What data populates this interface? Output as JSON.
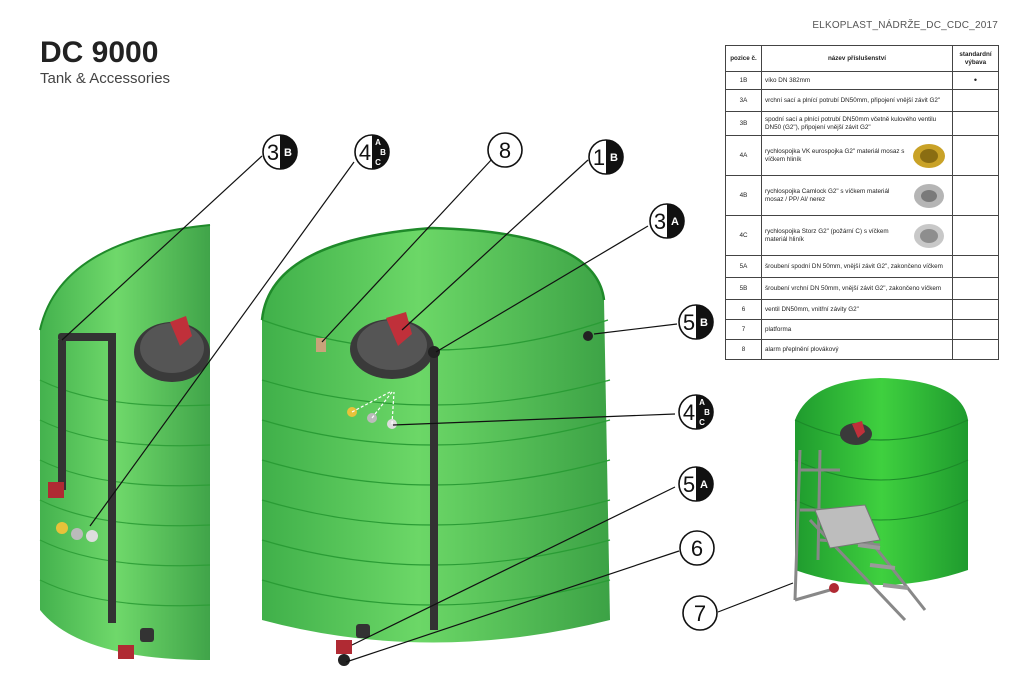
{
  "doc_code": "ELKOPLAST_NÁDRŽE_DC_CDC_2017",
  "title": "DC 9000",
  "subtitle": "Tank & Accessories",
  "table": {
    "headers": [
      "pozice č.",
      "název příslušenství",
      "standardní výbava"
    ],
    "rows": [
      {
        "code": "1B",
        "name": "víko DN 382mm",
        "std": "•"
      },
      {
        "code": "3A",
        "name": "vrchní sací a plnící potrubí DN50mm, připojení vnější závit G2\"",
        "std": ""
      },
      {
        "code": "3B",
        "name": "spodní sací a plnící potrubí DN50mm včetně kulového ventilu DN50 (G2\"), připojení vnější závit G2\"",
        "std": ""
      },
      {
        "code": "4A",
        "name": "rychlospojka VK eurospojka G2\" materiál mosaz s víčkem hliník",
        "std": "",
        "icon": "brass-coupling-icon"
      },
      {
        "code": "4B",
        "name": "rychlospojka Camlock G2\" s víčkem materiál mosaz / PP/ Al/ nerez",
        "std": "",
        "icon": "camlock-coupling-icon"
      },
      {
        "code": "4C",
        "name": "rychlospojka Storz G2\" (požární C) s víčkem materiál hliník",
        "std": "",
        "icon": "storz-coupling-icon"
      },
      {
        "code": "5A",
        "name": "šroubení spodní DN 50mm, vnější závit G2\", zakončeno víčkem",
        "std": ""
      },
      {
        "code": "5B",
        "name": "šroubení vrchní DN 50mm, vnější závit G2\", zakončeno víčkem",
        "std": ""
      },
      {
        "code": "6",
        "name": "ventil DN50mm, vnitřní závity G2\"",
        "std": ""
      },
      {
        "code": "7",
        "name": "platforma",
        "std": ""
      },
      {
        "code": "8",
        "name": "alarm přeplnění plovákový",
        "std": ""
      }
    ]
  },
  "callouts": [
    {
      "num": "3",
      "sub": [
        "B"
      ],
      "kind": "half"
    },
    {
      "num": "4",
      "sub": [
        "A",
        "B",
        "C"
      ],
      "kind": "triple"
    },
    {
      "num": "8",
      "sub": [],
      "kind": "plain"
    },
    {
      "num": "1",
      "sub": [
        "B"
      ],
      "kind": "half"
    },
    {
      "num": "3",
      "sub": [
        "A"
      ],
      "kind": "half"
    },
    {
      "num": "5",
      "sub": [
        "B"
      ],
      "kind": "half"
    },
    {
      "num": "4",
      "sub": [
        "A",
        "B",
        "C"
      ],
      "kind": "triple"
    },
    {
      "num": "5",
      "sub": [
        "A"
      ],
      "kind": "half"
    },
    {
      "num": "6",
      "sub": [],
      "kind": "plain"
    },
    {
      "num": "7",
      "sub": [],
      "kind": "plain"
    }
  ],
  "colors": {
    "tank_green": "#3fbf3f",
    "tank_dark": "#1f8f2a",
    "lid": "#3a3a3a",
    "valve_red": "#c0303a",
    "callout_black": "#111111"
  }
}
